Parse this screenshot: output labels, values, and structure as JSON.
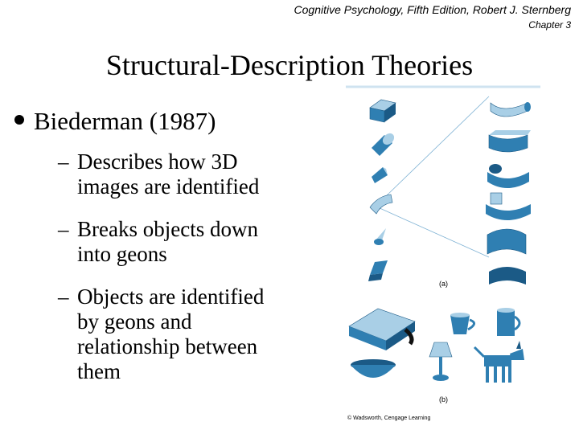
{
  "header": {
    "line1": "Cognitive Psychology, Fifth Edition, Robert J. Sternberg",
    "line2": "Chapter 3"
  },
  "title": "Structural-Description Theories",
  "bullet": "Biederman (1987)",
  "subbullets": [
    {
      "dash": "–",
      "lines": [
        "Describes how 3D",
        "images are identified"
      ]
    },
    {
      "dash": "–",
      "lines": [
        "Breaks objects down",
        "into geons"
      ]
    },
    {
      "dash": "–",
      "lines": [
        "Objects are identified",
        "by geons and",
        "relationship between",
        "them"
      ]
    }
  ],
  "figure": {
    "label_a": "(a)",
    "label_b": "(b)",
    "credit": "© Wadsworth, Cengage Learning",
    "colors": {
      "geon_fill": "#2f7fb2",
      "geon_light": "#a9cfe6",
      "geon_dark": "#1b5a86",
      "guide": "#7fb2d4"
    }
  }
}
